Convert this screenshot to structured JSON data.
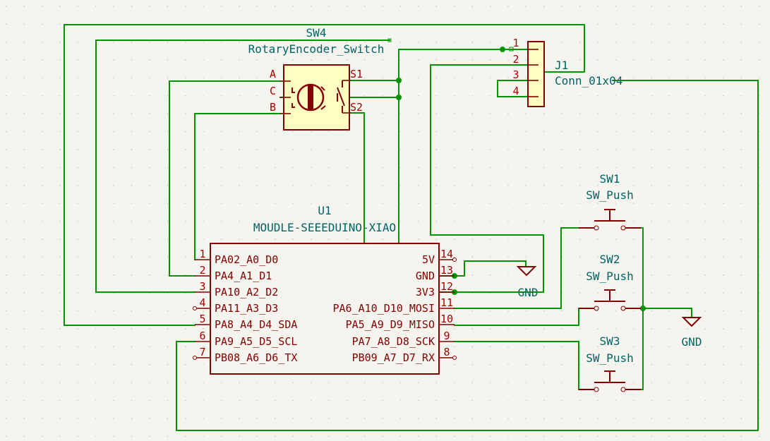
{
  "u1": {
    "ref": "U1",
    "value": "MOUDLE-SEEEDUINO-XIAO",
    "left_pins": [
      {
        "num": "1",
        "name": "PA02_A0_D0"
      },
      {
        "num": "2",
        "name": "PA4_A1_D1"
      },
      {
        "num": "3",
        "name": "PA10_A2_D2"
      },
      {
        "num": "4",
        "name": "PA11_A3_D3"
      },
      {
        "num": "5",
        "name": "PA8_A4_D4_SDA"
      },
      {
        "num": "6",
        "name": "PA9_A5_D5_SCL"
      },
      {
        "num": "7",
        "name": "PB08_A6_D6_TX"
      }
    ],
    "right_pins": [
      {
        "num": "14",
        "name": "5V"
      },
      {
        "num": "13",
        "name": "GND"
      },
      {
        "num": "12",
        "name": "3V3"
      },
      {
        "num": "11",
        "name": "PA6_A10_D10_MOSI"
      },
      {
        "num": "10",
        "name": "PA5_A9_D9_MISO"
      },
      {
        "num": "9",
        "name": "PA7_A8_D8_SCK"
      },
      {
        "num": "8",
        "name": "PB09_A7_D7_RX"
      }
    ]
  },
  "sw4": {
    "ref": "SW4",
    "value": "RotaryEncoder_Switch",
    "pins": {
      "a": "A",
      "c": "C",
      "b": "B",
      "s1": "S1",
      "s2": "S2"
    }
  },
  "j1": {
    "ref": "J1",
    "value": "Conn_01x04",
    "pins": [
      "1",
      "2",
      "3",
      "4"
    ]
  },
  "sw1": {
    "ref": "SW1",
    "value": "SW_Push"
  },
  "sw2": {
    "ref": "SW2",
    "value": "SW_Push"
  },
  "sw3": {
    "ref": "SW3",
    "value": "SW_Push"
  },
  "gnd1": {
    "label": "GND"
  },
  "gnd2": {
    "label": "GND"
  }
}
